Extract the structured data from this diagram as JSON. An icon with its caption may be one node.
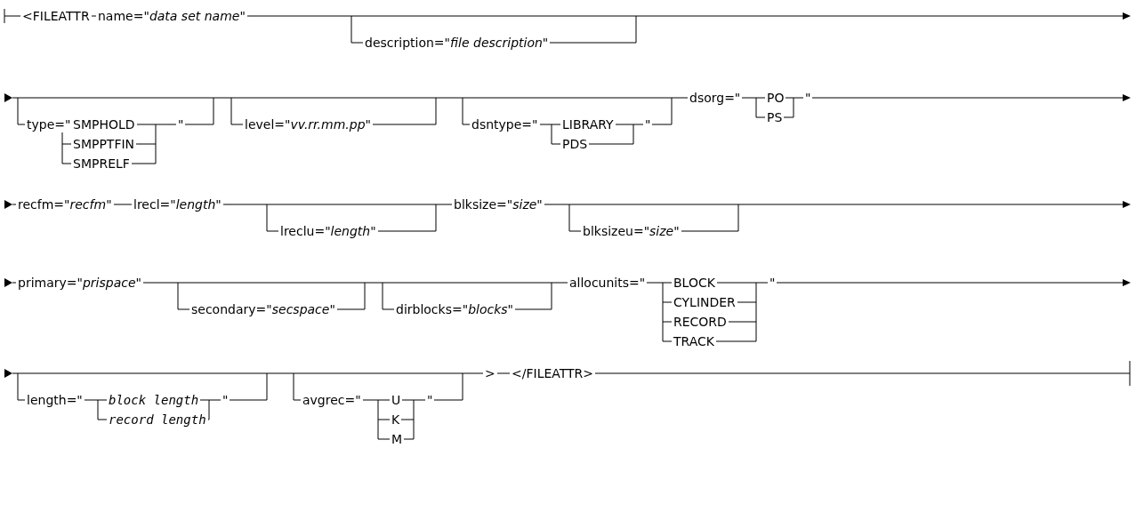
{
  "diagram": {
    "labels": [
      "<FILEATTR",
      "name=\"*data set name*\"",
      "description=\"*file description*\"",
      "type=\"",
      "SMPHOLD",
      "SMPPTFIN",
      "SMPRELF",
      "\"",
      "level=\"*vv.rr.mm.pp*\"",
      "dsntype=\"",
      "LIBRARY",
      "PDS",
      "\"",
      "dsorg=\"",
      "PO",
      "PS",
      "\"",
      "recfm=\"*recfm*\"",
      "lrecl=\"*length*\"",
      "lreclu=\"*length*\"",
      "blksize=\"*size*\"",
      "blksizeu=\"*size*\"",
      "primary=\"*prispace*\"",
      "secondary=\"*secspace*\"",
      "dirblocks=\"*blocks*\"",
      "allocunits=\"",
      "BLOCK",
      "CYLINDER",
      "RECORD",
      "TRACK",
      "\"",
      "length=\"",
      "block length",
      "record length",
      "\"",
      "avgrec=\"",
      "U",
      "K",
      "M",
      "\"",
      ">",
      "</FILEATTR>"
    ]
  }
}
